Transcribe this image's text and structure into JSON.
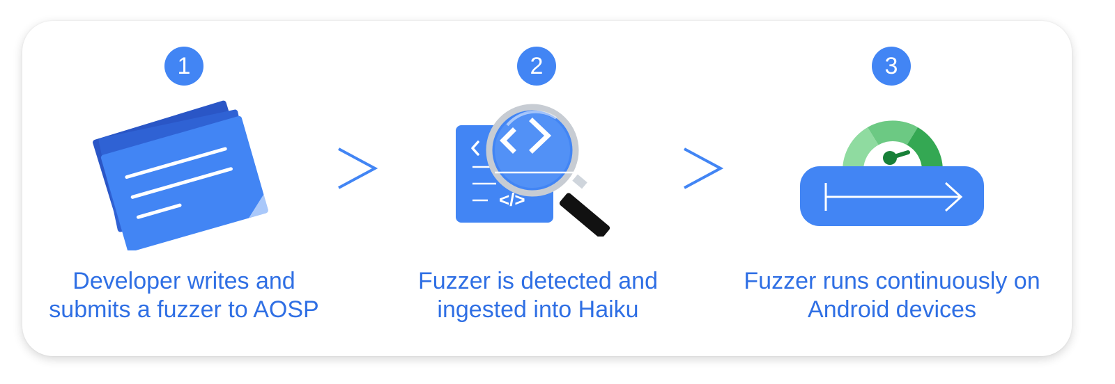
{
  "steps": [
    {
      "number": "1",
      "caption_line1": "Developer writes and",
      "caption_line2": "submits a fuzzer to AOSP"
    },
    {
      "number": "2",
      "caption_line1": "Fuzzer is detected and",
      "caption_line2": "ingested into Haiku"
    },
    {
      "number": "3",
      "caption_line1": "Fuzzer runs continuously on",
      "caption_line2": "Android devices"
    }
  ],
  "colors": {
    "accent": "#4285f4",
    "text": "#2f6fe4",
    "dark_blue": "#2a56c6",
    "gauge_light": "#8fdba0",
    "gauge_mid": "#57bb6e",
    "gauge_dark": "#34a853"
  },
  "icons": [
    "documents-icon",
    "magnifying-glass-icon",
    "code-icon",
    "speedometer-icon",
    "arrow-right-icon",
    "chevron-right-icon"
  ]
}
